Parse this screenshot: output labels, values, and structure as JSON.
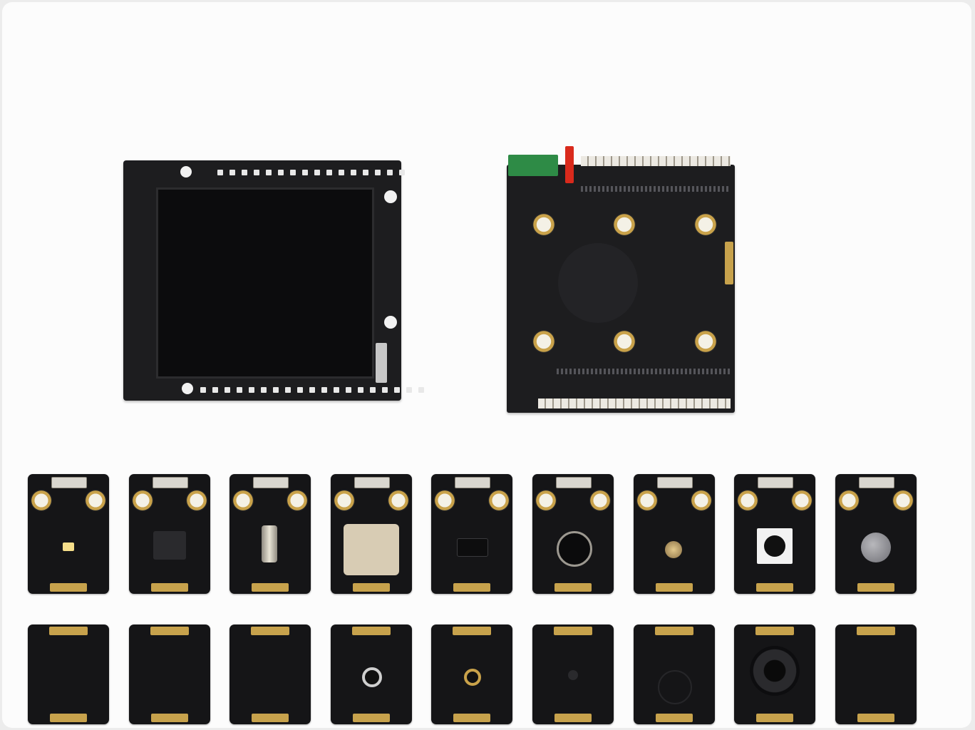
{
  "image": {
    "background_color": "#fcfcfc",
    "pcb_color": "#151517",
    "pad_color": "#c9a24a",
    "terminal_color": "#2e8b46",
    "jumper_color": "#d92a1c"
  },
  "top_row": {
    "items": [
      {
        "name": "tft-display-shield"
      },
      {
        "name": "expansion-shield"
      }
    ]
  },
  "middle_row": {
    "items": [
      {
        "name": "led-module",
        "component": "smd-led"
      },
      {
        "name": "buzzer-module",
        "component": "buzzer"
      },
      {
        "name": "tilt-sensor-module",
        "component": "tilt-switch"
      },
      {
        "name": "touch-sensor-module",
        "component": "touch-pad"
      },
      {
        "name": "ir-receiver-module",
        "component": "ir-receiver"
      },
      {
        "name": "sound-sensor-module",
        "component": "microphone"
      },
      {
        "name": "photoresistor-module",
        "component": "photocell"
      },
      {
        "name": "button-module",
        "component": "push-button"
      },
      {
        "name": "temperature-sensor-module",
        "component": "sensor-dome"
      }
    ]
  },
  "bottom_row": {
    "items": [
      {
        "name": "blank-module-1"
      },
      {
        "name": "blank-module-2"
      },
      {
        "name": "blank-module-3"
      },
      {
        "name": "jack-module-1",
        "component": "audio-jack"
      },
      {
        "name": "jack-module-2",
        "component": "gold-jack"
      },
      {
        "name": "sensor-module-6",
        "component": "small-lens"
      },
      {
        "name": "sensor-module-7",
        "component": "ring"
      },
      {
        "name": "speaker-module",
        "component": "speaker"
      },
      {
        "name": "blank-module-9"
      }
    ]
  }
}
